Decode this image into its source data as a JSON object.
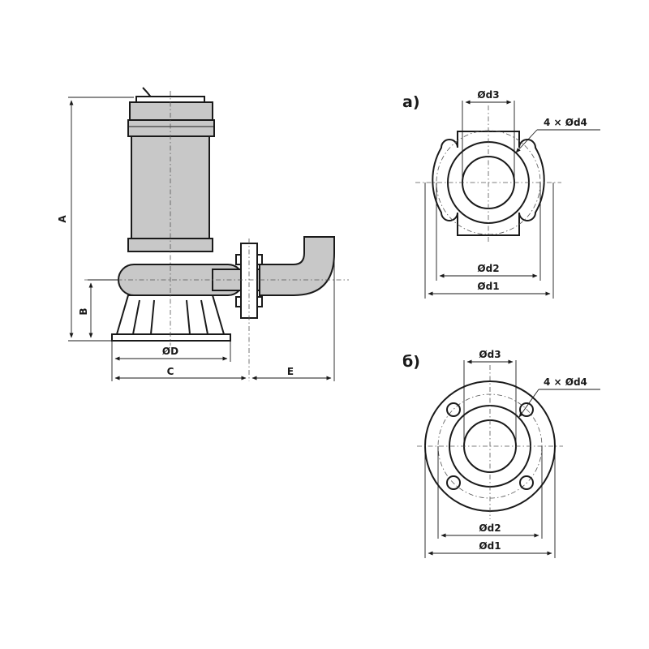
{
  "pump": {
    "dim_A": "A",
    "dim_B": "B",
    "dim_D": "ØD",
    "dim_C": "C",
    "dim_E": "E"
  },
  "flange_a": {
    "title": "а)",
    "d1": "Ød1",
    "d2": "Ød2",
    "d3": "Ød3",
    "d4": "4 × Ød4"
  },
  "flange_b": {
    "title": "б)",
    "d1": "Ød1",
    "d2": "Ød2",
    "d3": "Ød3",
    "d4": "4 × Ød4"
  },
  "colors": {
    "line": "#1a1a1a",
    "body_fill": "#c8c8c8",
    "background": "#ffffff"
  }
}
